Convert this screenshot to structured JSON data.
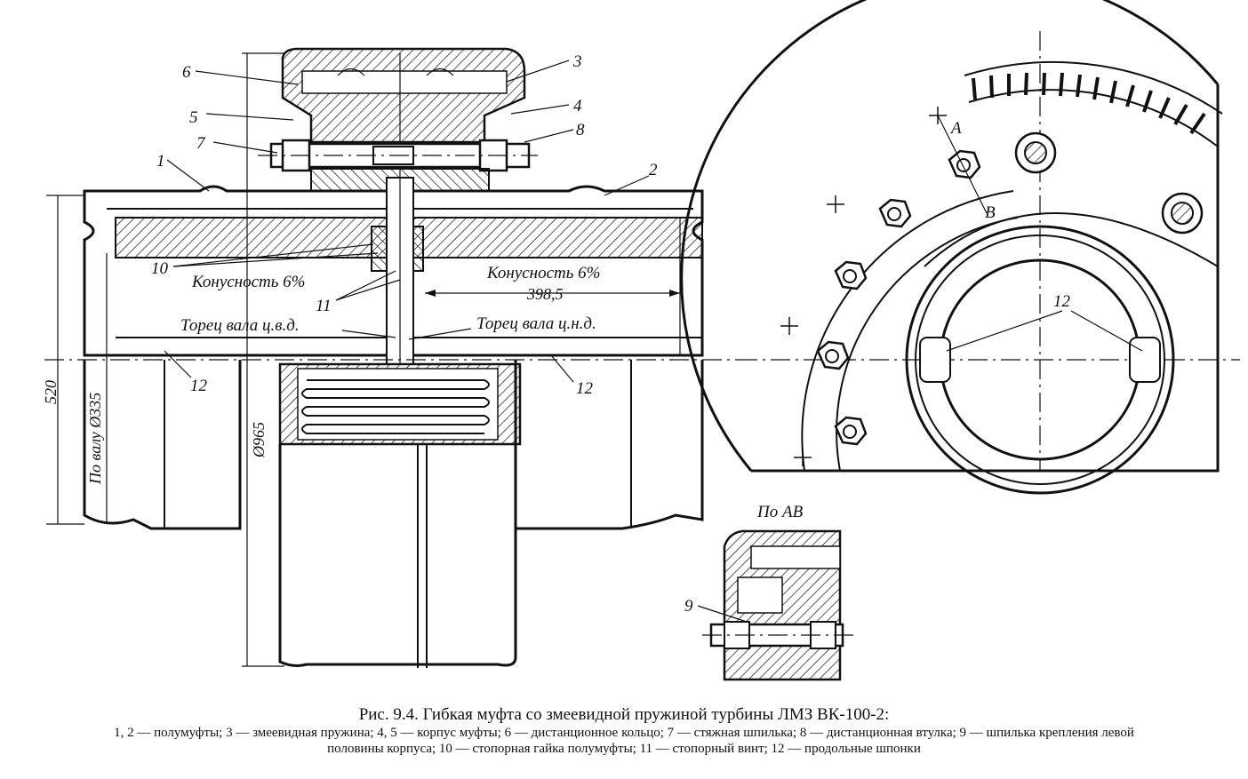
{
  "labels": {
    "n1": "1",
    "n2": "2",
    "n3": "3",
    "n4": "4",
    "n5": "5",
    "n6": "6",
    "n7": "7",
    "n8": "8",
    "n9": "9",
    "n10": "10",
    "n11": "11",
    "n12": "12"
  },
  "annotations": {
    "taper_left": "Конусность 6%",
    "taper_right": "Конусность 6%",
    "dim_398": "398,5",
    "shaft_end_hp": "Торец вала ц.в.д.",
    "shaft_end_lp": "Торец вала ц.н.д.",
    "dim_520": "520",
    "dim_shaft": "По валу Ø335",
    "dim_965": "Ø965",
    "section_ab": "По AB",
    "point_a": "A",
    "point_b": "B"
  },
  "caption": {
    "title": "Рис. 9.4. Гибкая муфта со змеевидной пружиной турбины ЛМЗ ВК-100-2:",
    "legend_line1": "1, 2 — полумуфты; 3 — змеевидная пружина; 4, 5 — корпус муфты; 6 — дистанционное кольцо; 7 — стяжная шпилька; 8 — дистанционная втулка; 9 — шпилька крепления левой",
    "legend_line2": "половины корпуса; 10 — стопорная гайка полумуфты; 11 — стопорный винт; 12 — продольные шпонки"
  },
  "colors": {
    "ink": "#111111",
    "paper": "#ffffff"
  }
}
